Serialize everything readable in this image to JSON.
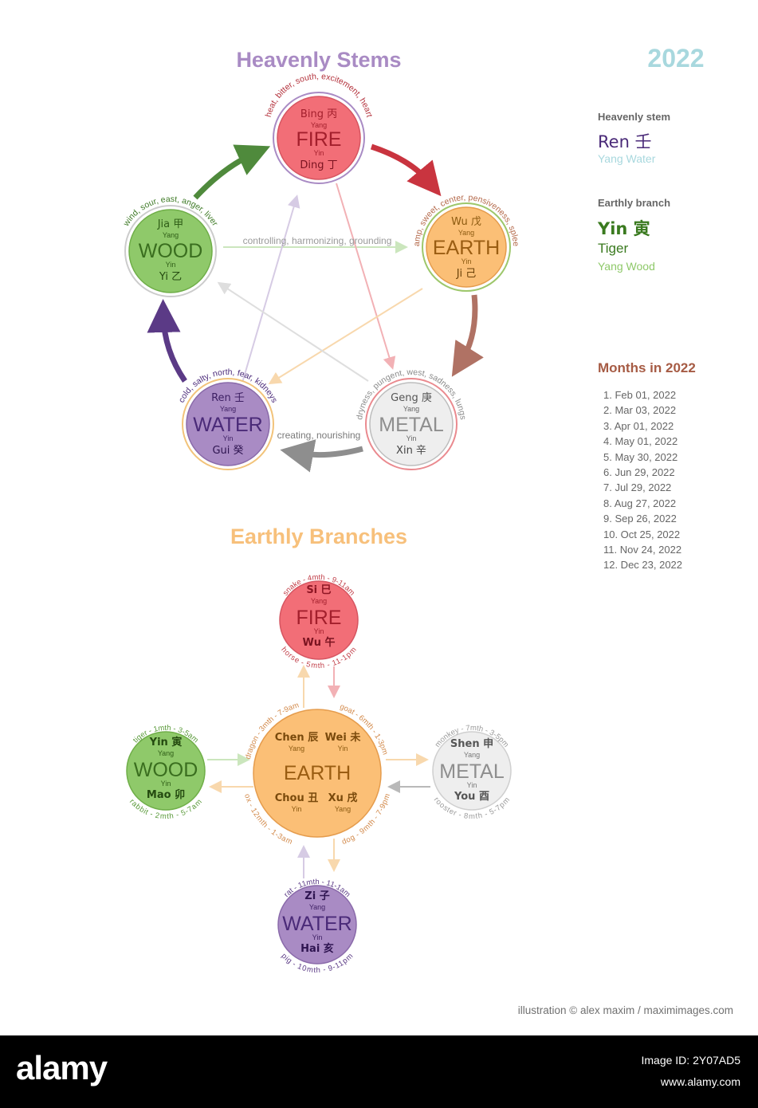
{
  "year": "2022",
  "stems_title": "Heavenly Stems",
  "branches_title": "Earthly Branches",
  "colors": {
    "fire": "#f26e77",
    "fire_edge": "#d65561",
    "earth": "#fbbf76",
    "earth_edge": "#9dc76b",
    "metal": "#eeeeee",
    "metal_edge": "#ea8a8f",
    "water": "#a98bc4",
    "water_edge": "#f2c37a",
    "wood": "#8fc96a",
    "wood_edge": "#cccccc",
    "stems_title": "#a98bc4",
    "branches_title": "#f7c07b",
    "year": "#a8d8de"
  },
  "stems": {
    "fire": {
      "name": "FIRE",
      "top": "Bing 丙",
      "bottom": "Ding 丁",
      "yang": "Yang",
      "yin": "Yin",
      "assoc": "heat, bitter, south, excitement, heart"
    },
    "earth": {
      "name": "EARTH",
      "top": "Wu 戊",
      "bottom": "Ji 己",
      "yang": "Yang",
      "yin": "Yin",
      "assoc": "damp, sweet, center, pensiveness, spleen"
    },
    "metal": {
      "name": "METAL",
      "top": "Geng 庚",
      "bottom": "Xin 辛",
      "yang": "Yang",
      "yin": "Yin",
      "assoc": "dryness, pungent, west, sadness, lungs"
    },
    "water": {
      "name": "WATER",
      "top": "Ren 壬",
      "bottom": "Gui 癸",
      "yang": "Yang",
      "yin": "Yin",
      "assoc": "cold, salty, north, fear, kidneys"
    },
    "wood": {
      "name": "WOOD",
      "top": "Jia 甲",
      "bottom": "Yi 乙",
      "yang": "Yang",
      "yin": "Yin",
      "assoc": "wind, sour, east, anger, liver"
    },
    "controlling_label": "controlling, harmonizing, grounding",
    "creating_label": "creating, nourishing"
  },
  "branches": {
    "fire": {
      "name": "FIRE",
      "top": "Si 巳",
      "bottom": "Wu 午",
      "yang": "Yang",
      "yin": "Yin",
      "label_top": "snake - 4mth - 9-11am",
      "label_bottom": "horse - 5mth - 11-1pm"
    },
    "wood": {
      "name": "WOOD",
      "top": "Yin 寅",
      "bottom": "Mao 卯",
      "yang": "Yang",
      "yin": "Yin",
      "label_top": "tiger - 1mth - 3-5am",
      "label_bottom": "rabbit - 2mth - 5-7am"
    },
    "metal": {
      "name": "METAL",
      "top": "Shen 申",
      "bottom": "You 酉",
      "yang": "Yang",
      "yin": "Yin",
      "label_top": "monkey - 7mth - 3-5pm",
      "label_bottom": "rooster - 8mth - 5-7pm"
    },
    "water": {
      "name": "WATER",
      "top": "Zi 子",
      "bottom": "Hai 亥",
      "yang": "Yang",
      "yin": "Yin",
      "label_top": "rat - 11mth - 11-1am",
      "label_bottom": "pig - 10mth - 9-11pm"
    },
    "earth": {
      "name": "EARTH",
      "chen": "Chen 辰",
      "wei": "Wei 未",
      "chou": "Chou 丑",
      "xu": "Xu 戌",
      "chen_sub": "Yang",
      "wei_sub": "Yin",
      "chou_sub": "Yin",
      "xu_sub": "Yang",
      "label_dragon": "dragon - 3mth - 7-9am",
      "label_goat": "goat - 6mth - 1-3pm",
      "label_ox": "ox - 12mth - 1-3am",
      "label_dog": "dog - 9mth - 7-9pm"
    }
  },
  "sidebar": {
    "stem_heading": "Heavenly stem",
    "stem_value": "Ren 壬",
    "stem_sub": "Yang Water",
    "branch_heading": "Earthly branch",
    "branch_value": "Yin 寅",
    "branch_animal": "Tiger",
    "branch_sub": "Yang Wood",
    "months_heading": "Months in 2022",
    "months": [
      "1. Feb 01, 2022",
      "2. Mar 03, 2022",
      "3. Apr 01, 2022",
      "4. May 01, 2022",
      "5. May 30, 2022",
      "6. Jun 29, 2022",
      "7. Jul 29, 2022",
      "8. Aug 27, 2022",
      "9. Sep 26, 2022",
      "10. Oct 25, 2022",
      "11. Nov 24, 2022",
      "12. Dec 23, 2022"
    ]
  },
  "credit": "illustration © alex maxim / maximimages.com",
  "stock": {
    "logo": "alamy",
    "image_id_line": "Image ID: 2Y07AD5",
    "url_line": "www.alamy.com"
  }
}
